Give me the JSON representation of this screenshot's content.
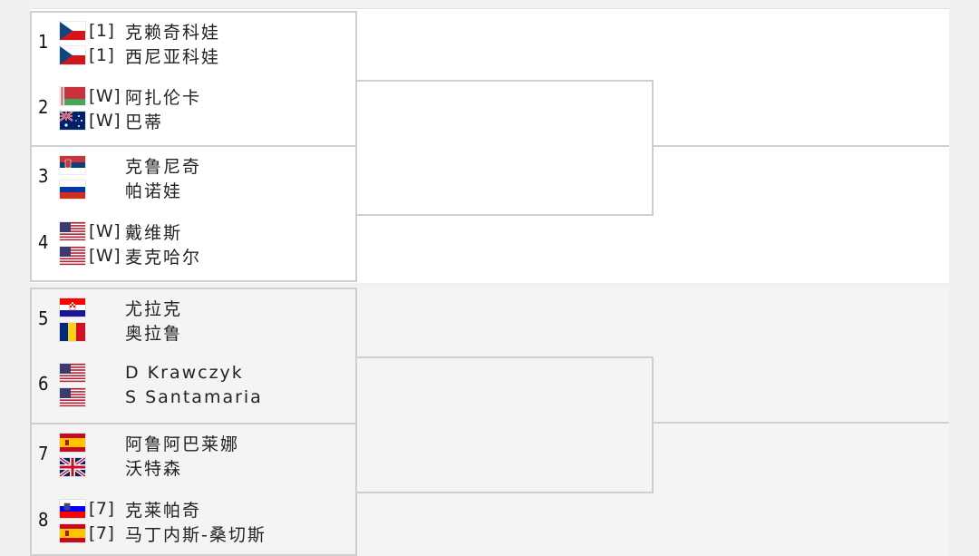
{
  "bracket": {
    "matches": [
      {
        "number": "1",
        "players": [
          {
            "seed": "[1]",
            "name": "克赖奇科娃",
            "flag": "czech-flag-icon"
          },
          {
            "seed": "[1]",
            "name": "西尼亚科娃",
            "flag": "czech-flag-icon"
          }
        ]
      },
      {
        "number": "2",
        "players": [
          {
            "seed": "[W]",
            "name": "阿扎伦卡",
            "flag": "belarus-flag-icon"
          },
          {
            "seed": "[W]",
            "name": "巴蒂",
            "flag": "australia-flag-icon"
          }
        ]
      },
      {
        "number": "3",
        "players": [
          {
            "seed": "",
            "name": "克鲁尼奇",
            "flag": "serbia-flag-icon"
          },
          {
            "seed": "",
            "name": "帕诺娃",
            "flag": "russia-flag-icon"
          }
        ]
      },
      {
        "number": "4",
        "players": [
          {
            "seed": "[W]",
            "name": "戴维斯",
            "flag": "usa-flag-icon"
          },
          {
            "seed": "[W]",
            "name": "麦克哈尔",
            "flag": "usa-flag-icon"
          }
        ]
      },
      {
        "number": "5",
        "players": [
          {
            "seed": "",
            "name": "尤拉克",
            "flag": "croatia-flag-icon"
          },
          {
            "seed": "",
            "name": "奥拉鲁",
            "flag": "romania-flag-icon"
          }
        ]
      },
      {
        "number": "6",
        "players": [
          {
            "seed": "",
            "name": "D Krawczyk",
            "flag": "usa-flag-icon"
          },
          {
            "seed": "",
            "name": "S Santamaria",
            "flag": "usa-flag-icon"
          }
        ]
      },
      {
        "number": "7",
        "players": [
          {
            "seed": "",
            "name": "阿鲁阿巴莱娜",
            "flag": "spain-flag-icon"
          },
          {
            "seed": "",
            "name": "沃特森",
            "flag": "uk-flag-icon"
          }
        ]
      },
      {
        "number": "8",
        "players": [
          {
            "seed": "[7]",
            "name": "克莱帕奇",
            "flag": "slovenia-flag-icon"
          },
          {
            "seed": "[7]",
            "name": "马丁内斯-桑切斯",
            "flag": "spain-flag-icon"
          }
        ]
      }
    ]
  }
}
